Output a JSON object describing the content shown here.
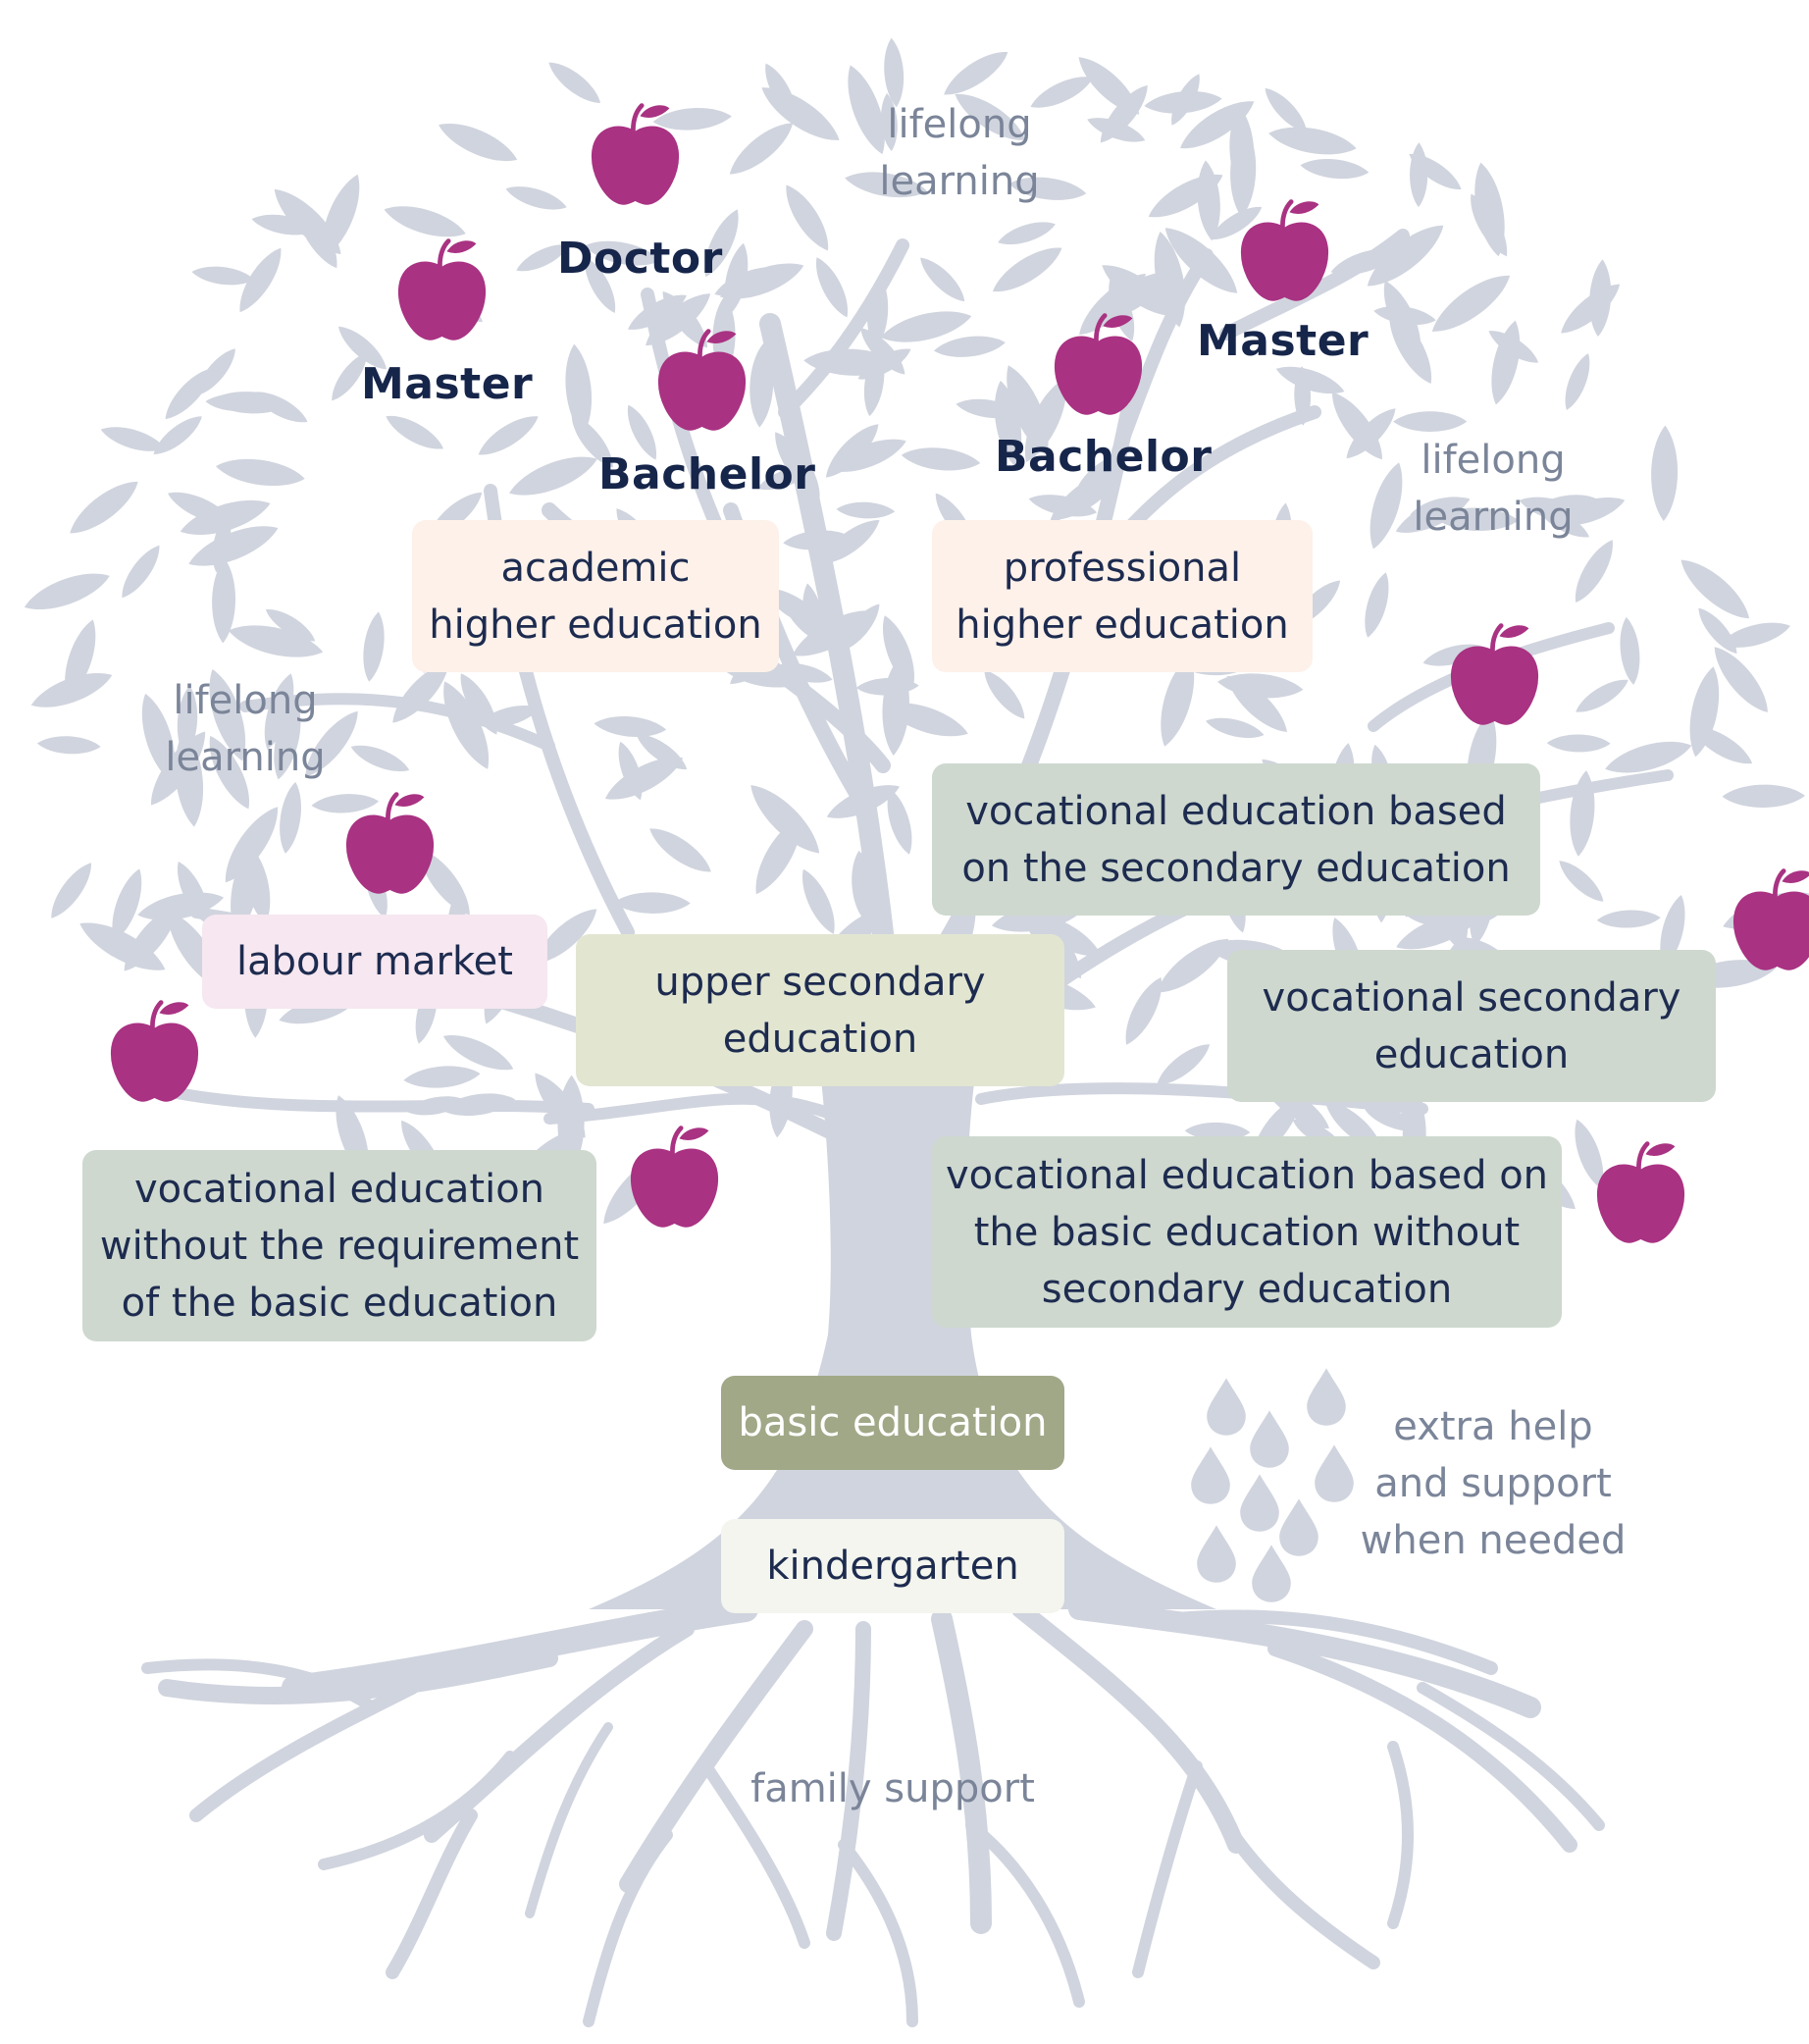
{
  "degrees": {
    "doctor": "Doctor",
    "master_left": "Master",
    "bachelor_left": "Bachelor",
    "bachelor_right": "Bachelor",
    "master_right": "Master"
  },
  "boxes": {
    "academic": "academic\nhigher education",
    "professional": "professional\nhigher education",
    "voc_secondary_based": "vocational education based\non the secondary education",
    "labour_market": "labour market",
    "upper_secondary": "upper secondary\neducation",
    "voc_secondary": "vocational secondary\neducation",
    "voc_no_basic": "vocational education\nwithout the requirement\nof the basic education",
    "voc_basic_based": "vocational education based on\nthe basic education without\nsecondary education",
    "basic": "basic education",
    "kindergarten": "kindergarten"
  },
  "notes": {
    "lifelong_top": "lifelong\nlearning",
    "lifelong_right": "lifelong\nlearning",
    "lifelong_left": "lifelong\nlearning",
    "extra_help": "extra help\nand support\nwhen needed",
    "family_support": "family support"
  },
  "colors": {
    "tree": "#d0d4de",
    "apple": "#a93282",
    "navy_text": "#1d2b4f",
    "grey_text": "#7b8599",
    "peach_box": "#fdf1ea",
    "pink_box": "#f6e7f0",
    "lime_box": "#e2e6d1",
    "sage_box": "#ced8cf",
    "olive_box": "#a0a887",
    "cream_box": "#f3f5ee"
  },
  "icons": [
    "apple-icon",
    "leaf-icon",
    "raindrop-icon"
  ]
}
